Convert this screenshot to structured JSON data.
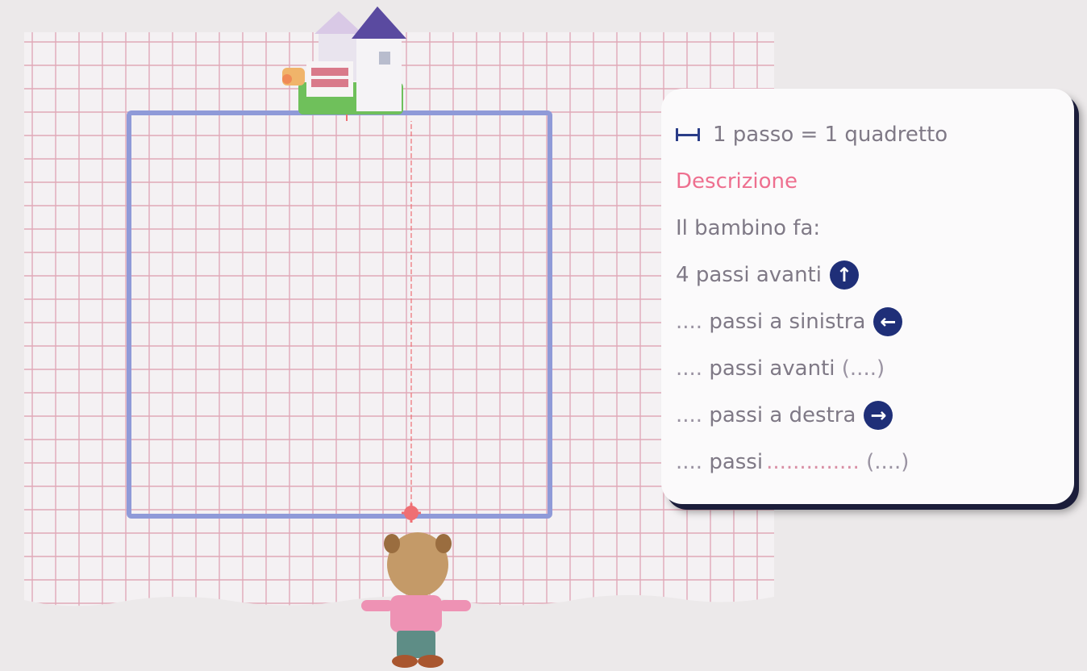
{
  "legend": {
    "scale_text": "1 passo = 1 quadretto",
    "title": "Descrizione",
    "intro": "Il bambino fa:",
    "steps": [
      {
        "count": "4",
        "text": "passi avanti",
        "arrow": "arrow-up-icon",
        "glyph": "↑",
        "tail": ""
      },
      {
        "count": "....",
        "text": "passi a sinistra",
        "arrow": "arrow-left-icon",
        "glyph": "←",
        "tail": ""
      },
      {
        "count": "....",
        "text": "passi avanti",
        "arrow": "",
        "glyph": "",
        "tail": "(....)"
      },
      {
        "count": "....",
        "text": "passi a destra",
        "arrow": "arrow-right-icon",
        "glyph": "→",
        "tail": ""
      },
      {
        "count": "....",
        "text": "passi",
        "arrow": "",
        "glyph": "",
        "blank": "..............",
        "tail": "(....)"
      }
    ]
  },
  "colors": {
    "page": "#ece9ea",
    "grid_line": "#e0a9b8",
    "route_box": "#8f9ad8",
    "path_line": "#ef6f73",
    "arrow_badge": "#1f2f78",
    "title": "#ee6f8f"
  }
}
